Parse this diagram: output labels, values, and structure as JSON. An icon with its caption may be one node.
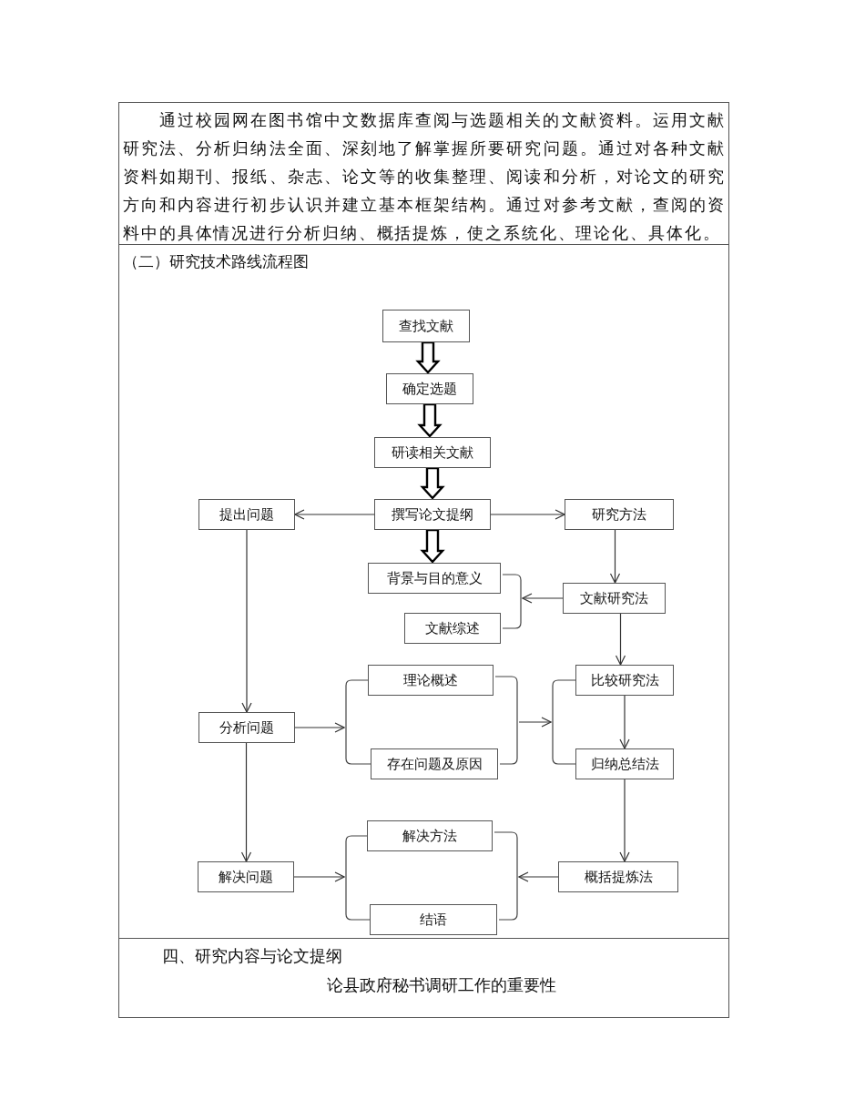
{
  "diagram": {
    "title": "（二）研究技术路线流程图",
    "nodes": [
      {
        "text": [
          "查找文献"
        ]
      },
      {
        "text": [
          "确定选题"
        ]
      },
      {
        "text": [
          "研读相关文献"
        ]
      },
      {
        "text": [
          "提出问题"
        ]
      },
      {
        "text": [
          "撰写论文提纲"
        ]
      },
      {
        "text": [
          "研究方法"
        ]
      },
      {
        "text": [],
        "shape": "bracket"
      },
      {
        "text": [
          "背景与目的意义"
        ],
        "in": 6
      },
      {
        "text": [
          "文献综述"
        ],
        "in": 6
      },
      {
        "text": [
          "文献研究法"
        ]
      },
      {
        "text": [
          "分析问题"
        ]
      },
      {
        "text": [],
        "shape": "bracket"
      },
      {
        "text": [
          "理论概述"
        ],
        "in": 11
      },
      {
        "text": [
          "存在问题及原因"
        ],
        "in": 11
      },
      {
        "text": [],
        "shape": "bracket"
      },
      {
        "text": [
          "比较研究法"
        ],
        "in": 14
      },
      {
        "text": [
          "归纳总结法"
        ],
        "in": 14
      },
      {
        "text": [
          "解决问题"
        ]
      },
      {
        "text": [],
        "shape": "bracket"
      },
      {
        "text": [
          "解决方法"
        ],
        "in": 18
      },
      {
        "text": [
          "结语"
        ],
        "in": 18
      },
      {
        "text": [
          "概括提炼法"
        ]
      }
    ],
    "edges": [
      {
        "from": 0,
        "to": 1,
        "arrow": "to",
        "style": "thick"
      },
      {
        "from": 1,
        "to": 2,
        "arrow": "to",
        "style": "thick"
      },
      {
        "from": 2,
        "to": 4,
        "arrow": "to",
        "style": "thick"
      },
      {
        "from": 4,
        "to": 3,
        "arrow": "to"
      },
      {
        "from": 4,
        "to": 5,
        "arrow": "to"
      },
      {
        "from": 4,
        "to": 7,
        "arrow": "to",
        "style": "thick"
      },
      {
        "from": 5,
        "to": 9,
        "arrow": "to"
      },
      {
        "from": 9,
        "to": 6,
        "arrow": "to"
      },
      {
        "from": 9,
        "to": 15,
        "arrow": "to"
      },
      {
        "from": 3,
        "to": 10,
        "arrow": "to"
      },
      {
        "from": 10,
        "to": 11,
        "arrow": "to"
      },
      {
        "from": 11,
        "to": 14,
        "arrow": "to"
      },
      {
        "from": 15,
        "to": 16,
        "arrow": "to"
      },
      {
        "from": 16,
        "to": 21,
        "arrow": "to"
      },
      {
        "from": 10,
        "to": 17,
        "arrow": "to"
      },
      {
        "from": 17,
        "to": 18,
        "arrow": "to"
      },
      {
        "from": 21,
        "to": 18,
        "arrow": "to"
      }
    ],
    "labels": [
      "通过校园网在图书馆中文数据库查阅与选题相关的文献资料。运用文献研究法、分析归纳法全面、深刻地了解掌握所要研究问题。通过对各种文献资料如期刊、报纸、杂志、论文等的收集整理、阅读和分析，对论文的研究方向和内容进行初步认识并建立基本框架结构。通过对参考文献，查阅的资料中的具体情况进行分析归纳、概括提炼，使之系统化、理论化、具体化。",
      "四、研究内容与论文提纲",
      "论县政府秘书调研工作的重要性"
    ]
  }
}
